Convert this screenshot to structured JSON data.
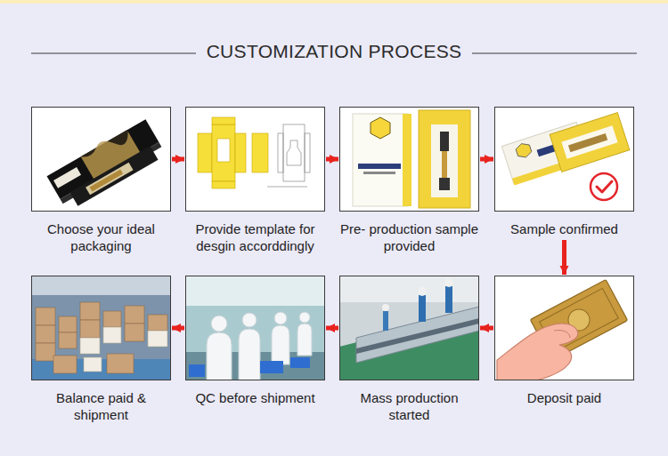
{
  "diagram": {
    "title": "CUSTOMIZATION PROCESS",
    "nodes": [
      {
        "text": [
          "Choose your ideal packaging"
        ]
      },
      {
        "text": [
          "Provide template for desgin accorddingly"
        ]
      },
      {
        "text": [
          "Pre- production sample provided"
        ]
      },
      {
        "text": [
          "Sample confirmed"
        ]
      },
      {
        "text": [
          "Deposit paid"
        ]
      },
      {
        "text": [
          "Mass production started"
        ]
      },
      {
        "text": [
          "QC before shipment"
        ]
      },
      {
        "text": [
          "Balance paid & shipment"
        ]
      }
    ],
    "edges": [
      {
        "from": 0,
        "to": 1,
        "arrow": "to"
      },
      {
        "from": 1,
        "to": 2,
        "arrow": "to"
      },
      {
        "from": 2,
        "to": 3,
        "arrow": "to"
      },
      {
        "from": 3,
        "to": 4,
        "arrow": "to"
      },
      {
        "from": 4,
        "to": 5,
        "arrow": "to"
      },
      {
        "from": 5,
        "to": 6,
        "arrow": "to"
      },
      {
        "from": 6,
        "to": 7,
        "arrow": "to"
      }
    ]
  }
}
